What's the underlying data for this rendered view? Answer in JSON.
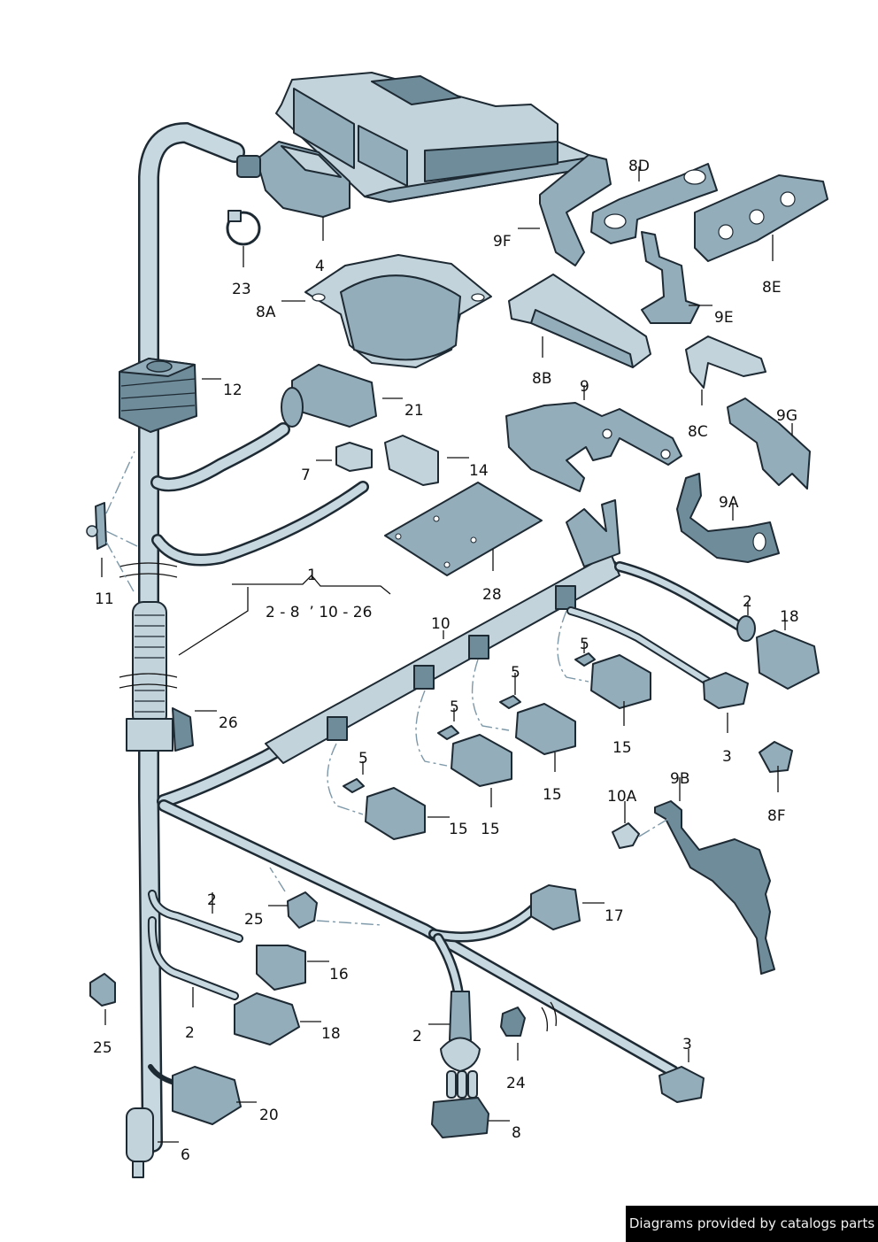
{
  "diagram": {
    "title": "Engine wiring harness parts diagram",
    "colors": {
      "part_light": "#c3d3dc",
      "part_mid": "#93adbb",
      "part_dark": "#6f8c9b",
      "outline": "#1e2a33",
      "label": "#111111"
    },
    "labels": [
      {
        "id": "4",
        "text": "4"
      },
      {
        "id": "23",
        "text": "23"
      },
      {
        "id": "8A",
        "text": "8A"
      },
      {
        "id": "8D",
        "text": "8D"
      },
      {
        "id": "9F",
        "text": "9F"
      },
      {
        "id": "8E",
        "text": "8E"
      },
      {
        "id": "9E",
        "text": "9E"
      },
      {
        "id": "12",
        "text": "12"
      },
      {
        "id": "21",
        "text": "21"
      },
      {
        "id": "8B",
        "text": "8B"
      },
      {
        "id": "9",
        "text": "9"
      },
      {
        "id": "8C",
        "text": "8C"
      },
      {
        "id": "9G",
        "text": "9G"
      },
      {
        "id": "7",
        "text": "7"
      },
      {
        "id": "14",
        "text": "14"
      },
      {
        "id": "9A",
        "text": "9A"
      },
      {
        "id": "11",
        "text": "11"
      },
      {
        "id": "1",
        "text": "1"
      },
      {
        "id": "1-range",
        "text": "2 - 8  ’ 10 - 26"
      },
      {
        "id": "28",
        "text": "28"
      },
      {
        "id": "2a",
        "text": "2"
      },
      {
        "id": "18a",
        "text": "18"
      },
      {
        "id": "10",
        "text": "10"
      },
      {
        "id": "5a",
        "text": "5"
      },
      {
        "id": "5b",
        "text": "5"
      },
      {
        "id": "5c",
        "text": "5"
      },
      {
        "id": "5d",
        "text": "5"
      },
      {
        "id": "15a",
        "text": "15"
      },
      {
        "id": "15b",
        "text": "15"
      },
      {
        "id": "15c",
        "text": "15"
      },
      {
        "id": "15d",
        "text": "15"
      },
      {
        "id": "3a",
        "text": "3"
      },
      {
        "id": "26",
        "text": "26"
      },
      {
        "id": "9B",
        "text": "9B"
      },
      {
        "id": "10A",
        "text": "10A"
      },
      {
        "id": "8F",
        "text": "8F"
      },
      {
        "id": "17",
        "text": "17"
      },
      {
        "id": "25a",
        "text": "25"
      },
      {
        "id": "2b",
        "text": "2"
      },
      {
        "id": "16",
        "text": "16"
      },
      {
        "id": "2c",
        "text": "2"
      },
      {
        "id": "18b",
        "text": "18"
      },
      {
        "id": "25b",
        "text": "25"
      },
      {
        "id": "20",
        "text": "20"
      },
      {
        "id": "6",
        "text": "6"
      },
      {
        "id": "2d",
        "text": "2"
      },
      {
        "id": "24",
        "text": "24"
      },
      {
        "id": "3b",
        "text": "3"
      },
      {
        "id": "8",
        "text": "8"
      }
    ]
  },
  "footer": {
    "credit": "Diagrams provided by catalogs parts"
  }
}
